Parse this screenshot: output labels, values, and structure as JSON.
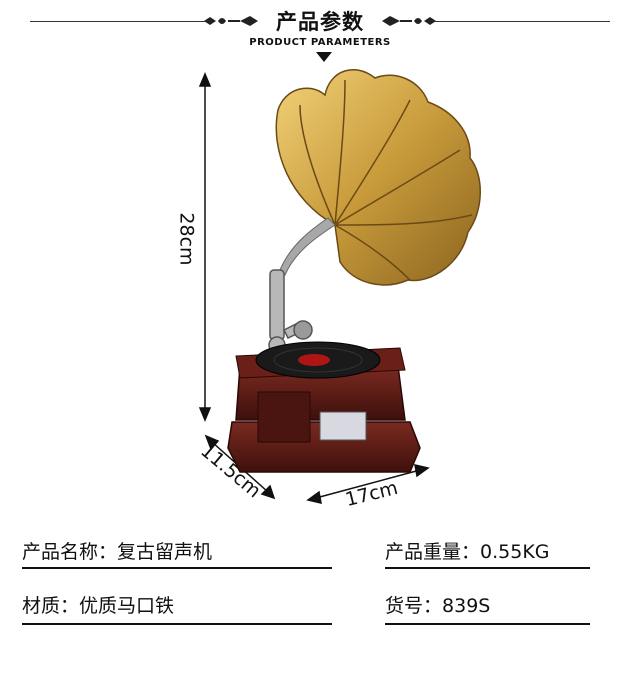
{
  "header": {
    "title": "产品参数",
    "subtitle": "PRODUCT PARAMETERS",
    "line_color": "#333333"
  },
  "dimensions": {
    "height": "28cm",
    "depth": "11.5cm",
    "width": "17cm"
  },
  "specs": {
    "name_label": "产品名称：",
    "name_value": "复古留声机",
    "weight_label": "产品重量：",
    "weight_value": "0.55KG",
    "material_label": "材质：",
    "material_value": "优质马口铁",
    "model_label": "货号：",
    "model_value": "839S"
  },
  "colors": {
    "horn_gold": "#c89a3a",
    "base_wood": "#5a1a14",
    "record_black": "#1a1a1a",
    "label_red": "#b01515"
  }
}
